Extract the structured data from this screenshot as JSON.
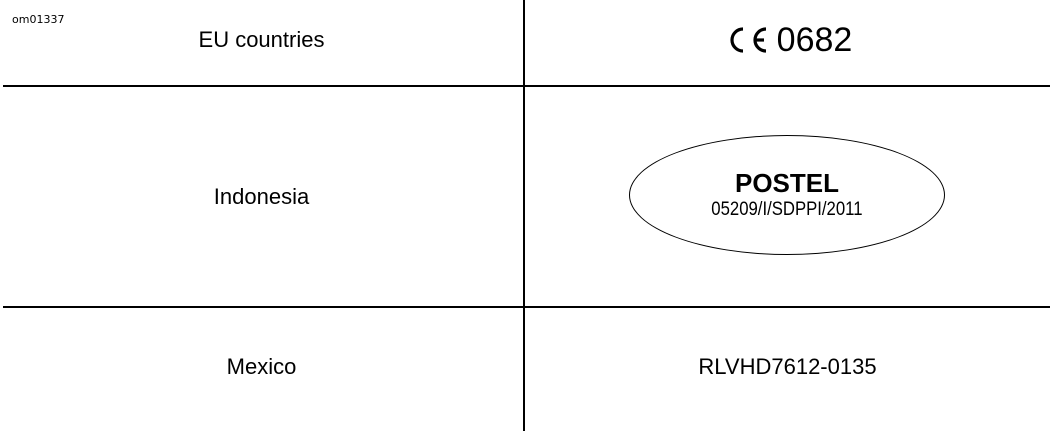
{
  "document": {
    "reference_code": "om01337"
  },
  "approvals": [
    {
      "country": "EU countries",
      "mark": {
        "type": "ce-mark",
        "logo_text": "CE",
        "number": "0682"
      }
    },
    {
      "country": "Indonesia",
      "mark": {
        "type": "postel-oval",
        "title": "POSTEL",
        "certificate": "05209/I/SDPPI/2011"
      }
    },
    {
      "country": "Mexico",
      "mark": {
        "type": "text",
        "certificate": "RLVHD7612-0135"
      }
    }
  ],
  "colors": {
    "ink": "#000000",
    "background": "#ffffff"
  }
}
